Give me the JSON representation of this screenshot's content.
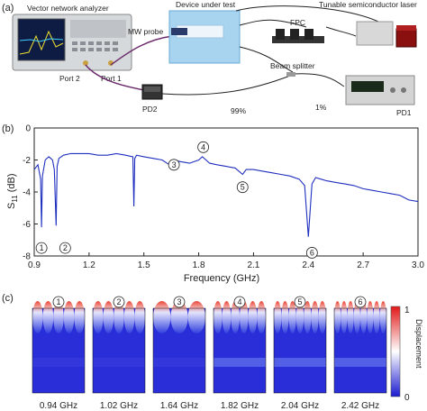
{
  "panel_a": {
    "tag": "(a)",
    "labels": {
      "vna": "Vector network analyzer",
      "device": "Device under test",
      "laser": "Tunable semiconductor laser",
      "fpc": "FPC",
      "mw_probe": "MW probe",
      "port2": "Port 2",
      "port1": "Port 1",
      "beam_splitter": "Beam splitter",
      "pd2": "PD2",
      "pd1": "PD1",
      "pct99": "99%",
      "pct1": "1%"
    }
  },
  "panel_b": {
    "tag": "(b)",
    "ylabel_main": "S",
    "ylabel_sub": "11",
    "ylabel_unit": " (dB)",
    "xlabel": "Frequency (GHz)"
  },
  "panel_c": {
    "tag": "(c)",
    "colorbar_label": "Displacement",
    "colorbar_max": "1",
    "colorbar_min": "0",
    "modes": [
      {
        "mark": "1",
        "freq": "0.94 GHz"
      },
      {
        "mark": "2",
        "freq": "1.02 GHz"
      },
      {
        "mark": "3",
        "freq": "1.64 GHz"
      },
      {
        "mark": "4",
        "freq": "1.82 GHz"
      },
      {
        "mark": "5",
        "freq": "2.04 GHz"
      },
      {
        "mark": "6",
        "freq": "2.42 GHz"
      }
    ]
  },
  "chart_data": {
    "type": "line",
    "xlabel": "Frequency (GHz)",
    "ylabel": "S11 (dB)",
    "xlim": [
      0.9,
      3.0
    ],
    "ylim": [
      -8,
      0
    ],
    "xticks": [
      "0.9",
      "1.2",
      "1.5",
      "1.8",
      "2.1",
      "2.4",
      "2.7",
      "3.0"
    ],
    "yticks": [
      "0",
      "-2",
      "-4",
      "-6",
      "-8"
    ],
    "series": [
      {
        "color": "#1f2fbf",
        "x": [
          0.9,
          0.92,
          0.935,
          0.94,
          0.945,
          0.96,
          0.98,
          1.0,
          1.01,
          1.02,
          1.025,
          1.035,
          1.06,
          1.1,
          1.15,
          1.2,
          1.25,
          1.3,
          1.35,
          1.4,
          1.44,
          1.445,
          1.45,
          1.46,
          1.5,
          1.55,
          1.6,
          1.64,
          1.66,
          1.7,
          1.75,
          1.8,
          1.82,
          1.86,
          1.9,
          1.95,
          2.0,
          2.04,
          2.06,
          2.1,
          2.15,
          2.2,
          2.25,
          2.3,
          2.35,
          2.38,
          2.4,
          2.42,
          2.44,
          2.47,
          2.5,
          2.55,
          2.6,
          2.65,
          2.7,
          2.75,
          2.8,
          2.85,
          2.9,
          2.95,
          3.0
        ],
        "y": [
          -2.6,
          -2.3,
          -3.2,
          -6.2,
          -3.0,
          -2.0,
          -1.8,
          -2.0,
          -2.6,
          -6.1,
          -2.4,
          -1.9,
          -1.7,
          -1.6,
          -1.6,
          -1.6,
          -1.7,
          -1.7,
          -1.6,
          -1.7,
          -1.8,
          -4.9,
          -1.9,
          -1.7,
          -1.8,
          -1.9,
          -2.0,
          -2.3,
          -2.0,
          -2.1,
          -2.2,
          -2.0,
          -1.8,
          -2.2,
          -2.3,
          -2.4,
          -2.5,
          -2.9,
          -2.6,
          -2.6,
          -2.7,
          -2.8,
          -2.9,
          -3.0,
          -3.2,
          -3.6,
          -6.8,
          -3.5,
          -3.1,
          -3.2,
          -3.3,
          -3.4,
          -3.5,
          -3.6,
          -3.8,
          -3.9,
          -4.0,
          -4.1,
          -4.2,
          -4.5,
          -4.6
        ]
      }
    ],
    "annotations": [
      {
        "mark": "1",
        "x": 0.94
      },
      {
        "mark": "2",
        "x": 1.02
      },
      {
        "mark": "3",
        "x": 1.64
      },
      {
        "mark": "4",
        "x": 1.82
      },
      {
        "mark": "5",
        "x": 2.04
      },
      {
        "mark": "6",
        "x": 2.42
      }
    ]
  }
}
